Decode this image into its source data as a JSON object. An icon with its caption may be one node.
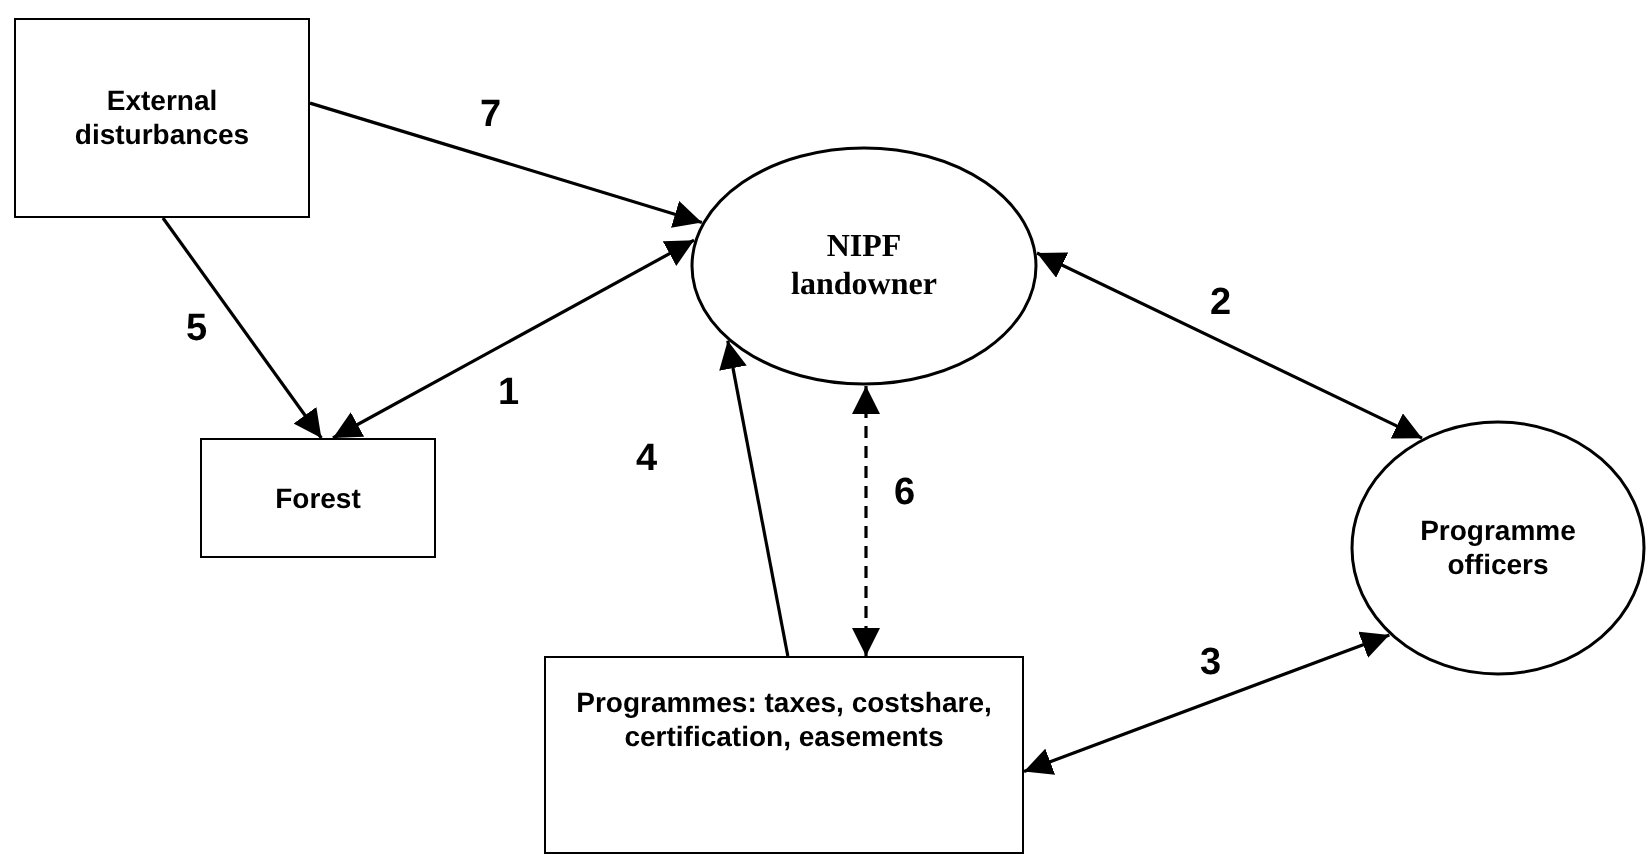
{
  "diagram": {
    "nodes": [
      {
        "text": [
          "External disturbances"
        ]
      },
      {
        "text": [
          "NIPF landowner"
        ]
      },
      {
        "text": [
          "Forest"
        ]
      },
      {
        "text": [
          "Programme officers"
        ]
      },
      {
        "text": [
          "Programmes: taxes, costshare, certification, easements"
        ]
      }
    ],
    "edges": [
      {
        "from": 1,
        "to": 2,
        "arrow": "both",
        "label": "1"
      },
      {
        "from": 1,
        "to": 3,
        "arrow": "both",
        "label": "2"
      },
      {
        "from": 4,
        "to": 3,
        "arrow": "both",
        "label": "3"
      },
      {
        "from": 4,
        "to": 1,
        "arrow": "to",
        "label": "4"
      },
      {
        "from": 0,
        "to": 2,
        "arrow": "to",
        "label": "5"
      },
      {
        "from": 1,
        "to": 4,
        "arrow": "both",
        "label": "6",
        "style": "dashed"
      },
      {
        "from": 0,
        "to": 1,
        "arrow": "to",
        "label": "7"
      }
    ]
  }
}
